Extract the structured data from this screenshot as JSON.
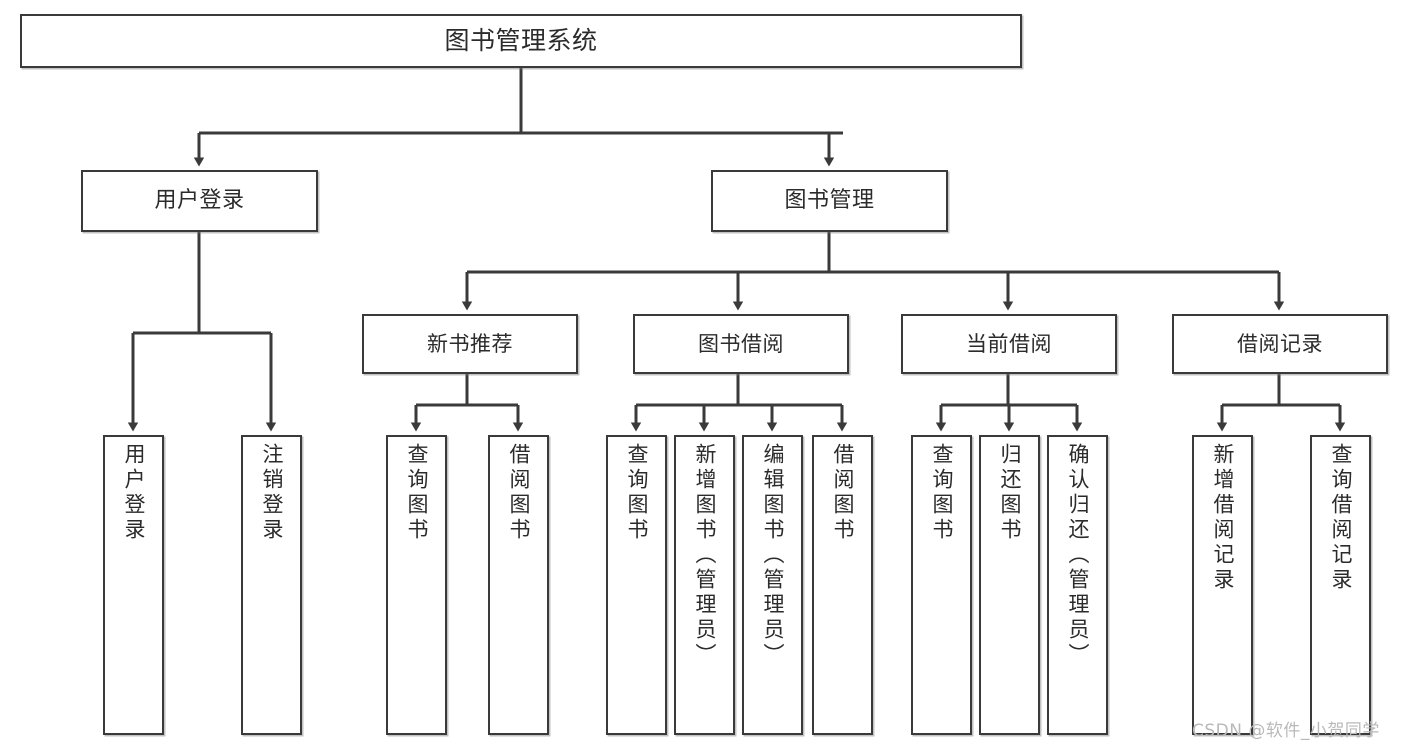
{
  "diagram": {
    "type": "tree",
    "title": "图书管理系统",
    "orientation": "top-down",
    "colors": {
      "box_border": "#3a3a3a",
      "box_fill": "#ffffff",
      "edge": "#3a3a3a",
      "text": "#2b2b2b",
      "watermark": "#b9b9b9",
      "background": "#ffffff"
    },
    "root": {
      "label": "图书管理系统"
    },
    "level2": [
      {
        "label": "用户登录"
      },
      {
        "label": "图书管理"
      }
    ],
    "level3": [
      {
        "label": "新书推荐"
      },
      {
        "label": "图书借阅"
      },
      {
        "label": "当前借阅"
      },
      {
        "label": "借阅记录"
      }
    ],
    "leaves": {
      "user_login": [
        {
          "label": "用户登录"
        },
        {
          "label": "注销登录"
        }
      ],
      "new_book_recommend": [
        {
          "label": "查询图书"
        },
        {
          "label": "借阅图书"
        }
      ],
      "book_borrow": [
        {
          "label": "查询图书"
        },
        {
          "label": "新增图书（管理员）"
        },
        {
          "label": "编辑图书（管理员）"
        },
        {
          "label": "借阅图书"
        }
      ],
      "current_borrow": [
        {
          "label": "查询图书"
        },
        {
          "label": "归还图书"
        },
        {
          "label": "确认归还（管理员）"
        }
      ],
      "borrow_record": [
        {
          "label": "新增借阅记录"
        },
        {
          "label": "查询借阅记录"
        }
      ]
    }
  },
  "watermark": {
    "text": "CSDN @软件_小贺同学"
  }
}
